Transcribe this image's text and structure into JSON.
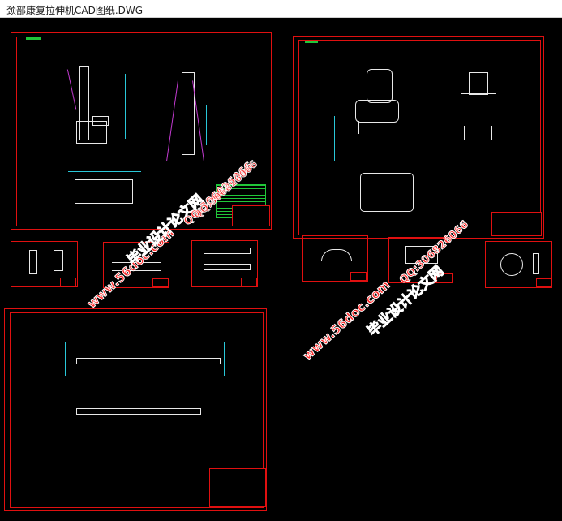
{
  "window": {
    "title": "颈部康复拉伸机CAD图纸.DWG"
  },
  "watermarks": {
    "site": "www.56doc.com",
    "qq": "QQ:306826066",
    "name": "毕业设计论文网"
  },
  "colors": {
    "background": "#000000",
    "frame": "#e01010",
    "geometry": "#e8e8e8",
    "dimension": "#29c7d8",
    "highlight": "#c23ad0"
  }
}
